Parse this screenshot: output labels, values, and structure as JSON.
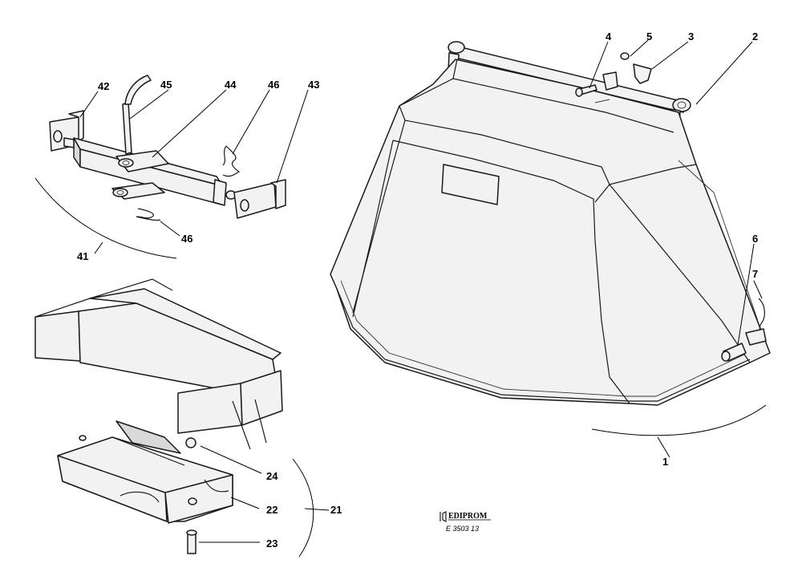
{
  "callouts": {
    "c1": "1",
    "c2": "2",
    "c3": "3",
    "c4": "4",
    "c5": "5",
    "c6": "6",
    "c7": "7",
    "c21": "21",
    "c22": "22",
    "c23": "23",
    "c24": "24",
    "c41": "41",
    "c42": "42",
    "c43": "43",
    "c44": "44",
    "c45": "45",
    "c46a": "46",
    "c46b": "46"
  },
  "logo": {
    "brand": "EDIPROM",
    "tagline": "",
    "drawing_code": "E 3503 13"
  },
  "colors": {
    "line": "#1a1a1a",
    "fill": "#f2f2f2",
    "background": "#ffffff"
  }
}
